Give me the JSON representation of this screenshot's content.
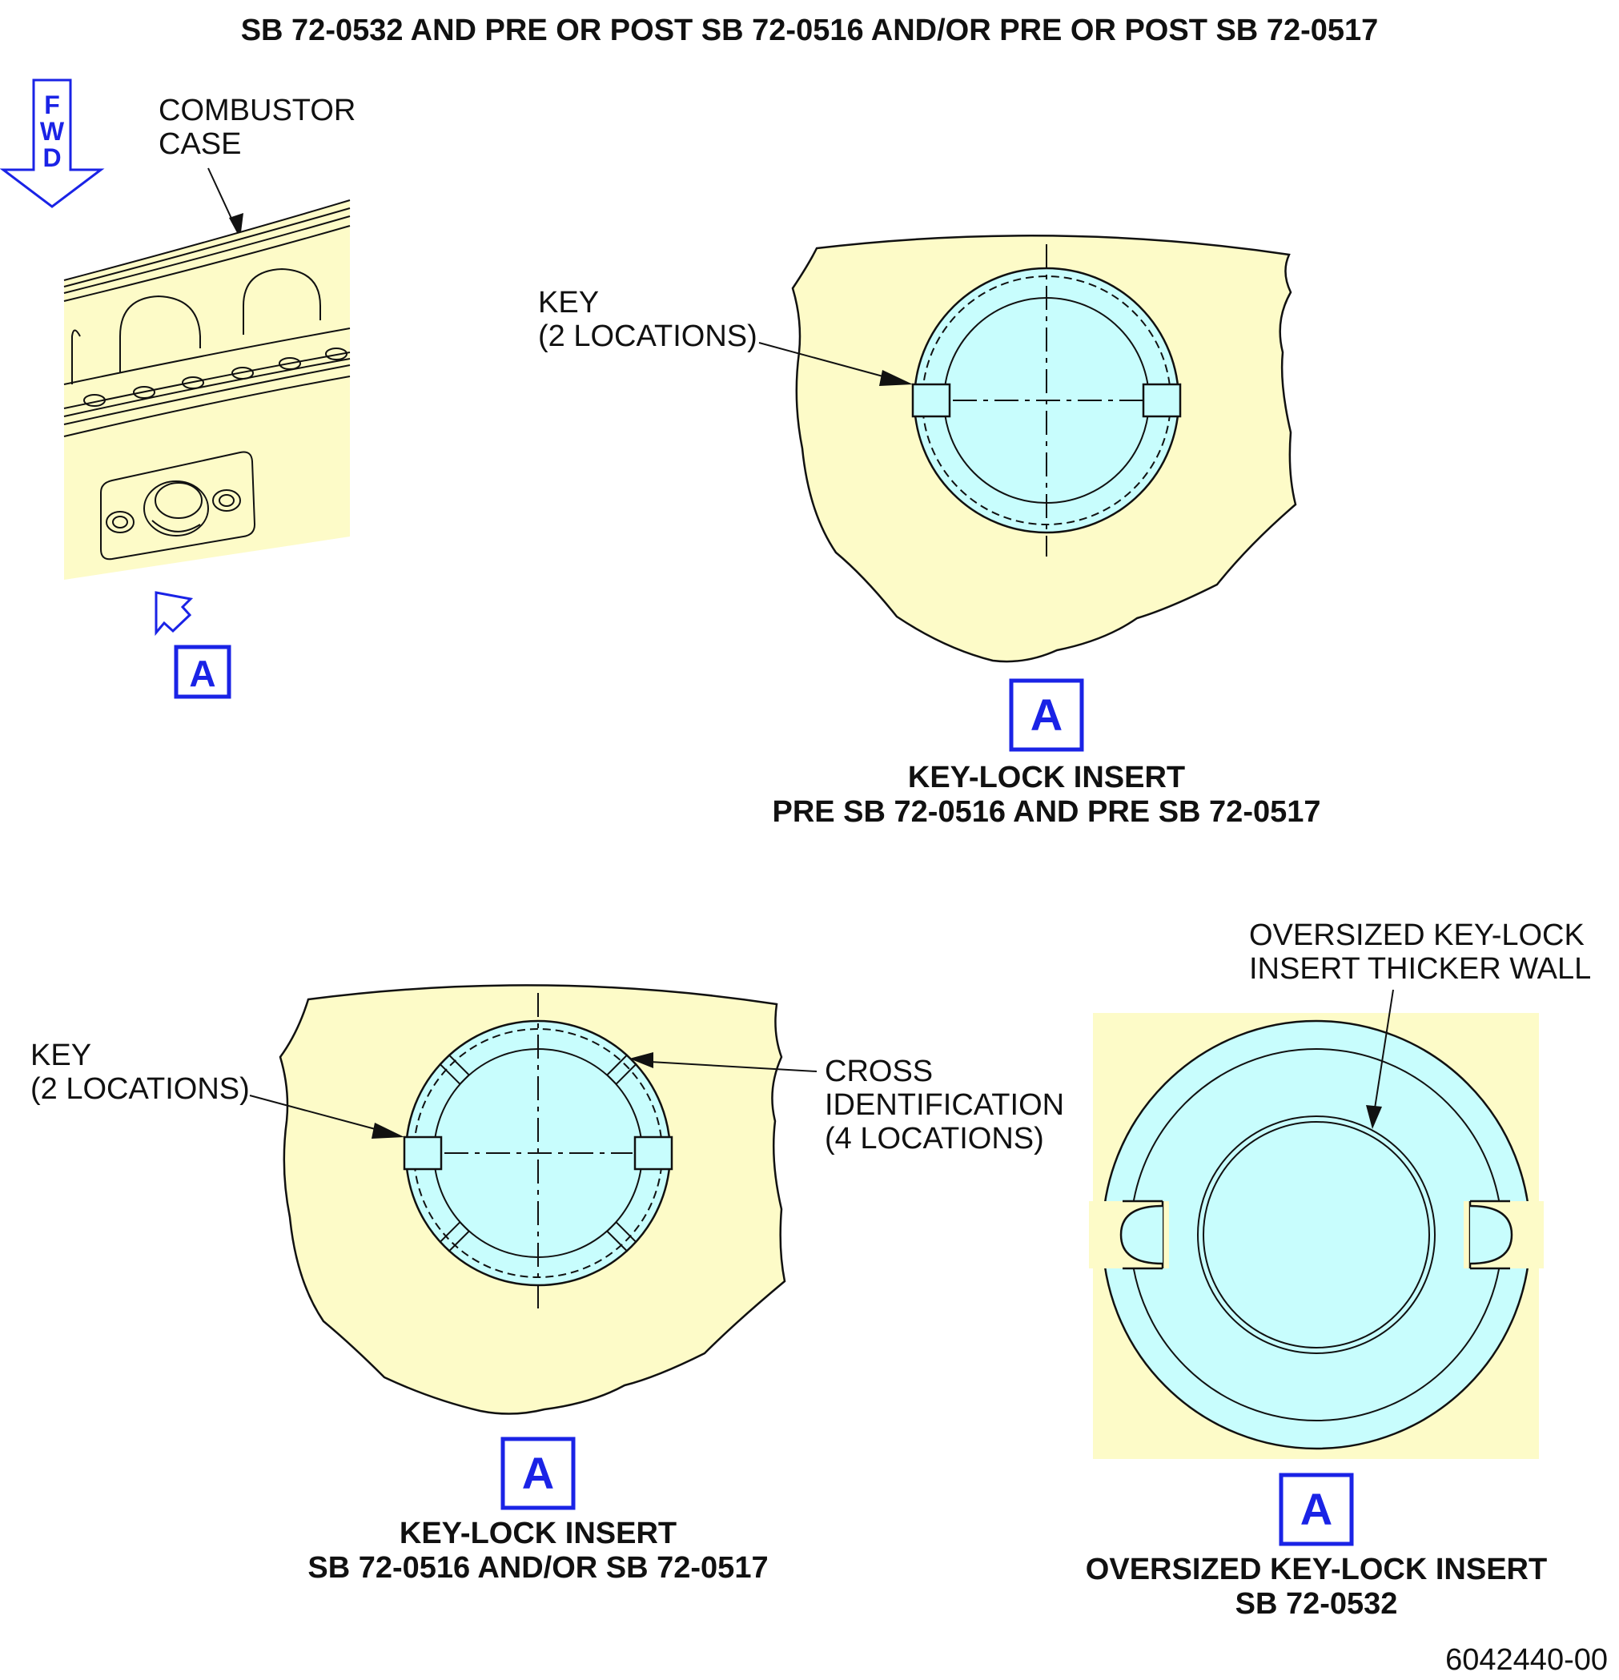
{
  "title": "SB 72-0532 AND PRE OR POST SB 72-0516 AND/OR PRE OR POST SB 72-0517",
  "overview": {
    "fwd_letters": [
      "F",
      "W",
      "D"
    ],
    "combustor_label": [
      "COMBUSTOR",
      "CASE"
    ],
    "view_marker": "A"
  },
  "view1": {
    "marker": "A",
    "key_label": [
      "KEY",
      "(2 LOCATIONS)"
    ],
    "caption": [
      "KEY-LOCK INSERT",
      "PRE SB 72-0516 AND PRE SB 72-0517"
    ]
  },
  "view2": {
    "marker": "A",
    "key_label": [
      "KEY",
      "(2 LOCATIONS)"
    ],
    "cross_label": [
      "CROSS",
      "IDENTIFICATION",
      "(4 LOCATIONS)"
    ],
    "caption": [
      "KEY-LOCK INSERT",
      "SB 72-0516 AND/OR SB 72-0517"
    ]
  },
  "view3": {
    "marker": "A",
    "wall_label": [
      "OVERSIZED KEY-LOCK",
      "INSERT THICKER WALL"
    ],
    "caption": [
      "OVERSIZED KEY-LOCK INSERT",
      "SB 72-0532"
    ]
  },
  "drawing_number": "6042440-00",
  "colors": {
    "part_fill": "#fdfbc8",
    "insert_fill": "#c8fdfd",
    "marker_blue": "#1a23e6",
    "line": "#111111"
  }
}
